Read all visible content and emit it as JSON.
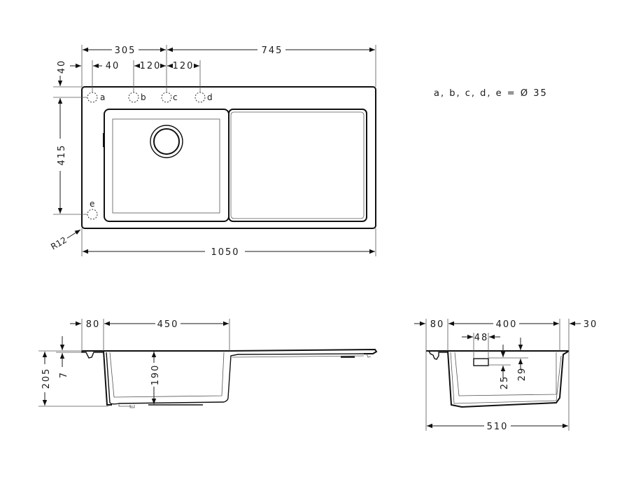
{
  "note": "a, b, c, d, e = Ø 35",
  "top_view": {
    "dims": {
      "left_width": "305",
      "right_width": "745",
      "offset_top": "40",
      "offset_a": "40",
      "spacing_bc": "120",
      "spacing_cd": "120",
      "bowl_height": "415",
      "total_width": "1050",
      "corner_radius": "R12"
    },
    "holes": [
      "a",
      "b",
      "c",
      "d",
      "e"
    ]
  },
  "side_view": {
    "dims": {
      "edge": "80",
      "bowl_width": "450",
      "total_height": "205",
      "rim": "7",
      "bowl_depth": "190"
    }
  },
  "end_view": {
    "dims": {
      "left_edge": "80",
      "bowl_width": "400",
      "right_edge": "30",
      "overflow_width": "48",
      "overflow_25": "25",
      "overflow_29": "29",
      "total_depth": "510"
    }
  },
  "colors": {
    "line": "#1a1a1a",
    "background": "#ffffff"
  }
}
